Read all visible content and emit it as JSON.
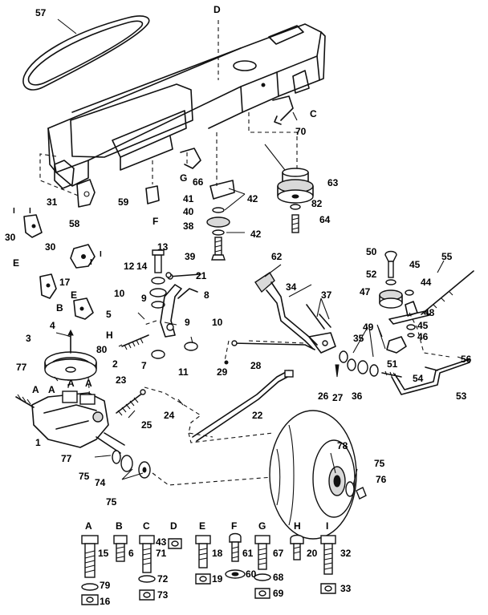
{
  "callouts": [
    {
      "id": "c57",
      "text": "57"
    },
    {
      "id": "cD",
      "text": "D"
    },
    {
      "id": "cC",
      "text": "C"
    },
    {
      "id": "c70",
      "text": "70"
    },
    {
      "id": "c63",
      "text": "63"
    },
    {
      "id": "c31",
      "text": "31"
    },
    {
      "id": "c58",
      "text": "58"
    },
    {
      "id": "c59",
      "text": "59"
    },
    {
      "id": "cG",
      "text": "G"
    },
    {
      "id": "c66",
      "text": "66"
    },
    {
      "id": "cF",
      "text": "F"
    },
    {
      "id": "c41",
      "text": "41"
    },
    {
      "id": "c42a",
      "text": "42"
    },
    {
      "id": "c40",
      "text": "40"
    },
    {
      "id": "c38",
      "text": "38"
    },
    {
      "id": "c42b",
      "text": "42"
    },
    {
      "id": "c82",
      "text": "82"
    },
    {
      "id": "c64",
      "text": "64"
    },
    {
      "id": "c30a",
      "text": "30"
    },
    {
      "id": "cI1",
      "text": "I"
    },
    {
      "id": "cI2",
      "text": "I"
    },
    {
      "id": "c30b",
      "text": "30"
    },
    {
      "id": "cI3",
      "text": "I"
    },
    {
      "id": "cI4",
      "text": "I"
    },
    {
      "id": "c13",
      "text": "13"
    },
    {
      "id": "c39",
      "text": "39"
    },
    {
      "id": "c62",
      "text": "62"
    },
    {
      "id": "c50",
      "text": "50"
    },
    {
      "id": "c55",
      "text": "55"
    },
    {
      "id": "c45a",
      "text": "45"
    },
    {
      "id": "c52",
      "text": "52"
    },
    {
      "id": "c44",
      "text": "44"
    },
    {
      "id": "cE1",
      "text": "E"
    },
    {
      "id": "c17",
      "text": "17"
    },
    {
      "id": "c12",
      "text": "12"
    },
    {
      "id": "c14",
      "text": "14"
    },
    {
      "id": "c21",
      "text": "21"
    },
    {
      "id": "c34",
      "text": "34"
    },
    {
      "id": "c47",
      "text": "47"
    },
    {
      "id": "cB",
      "text": "B"
    },
    {
      "id": "cE2",
      "text": "E"
    },
    {
      "id": "c10a",
      "text": "10"
    },
    {
      "id": "c9a",
      "text": "9"
    },
    {
      "id": "c8",
      "text": "8"
    },
    {
      "id": "c37",
      "text": "37"
    },
    {
      "id": "c48",
      "text": "48"
    },
    {
      "id": "c5",
      "text": "5"
    },
    {
      "id": "c45b",
      "text": "45"
    },
    {
      "id": "c46",
      "text": "46"
    },
    {
      "id": "cH",
      "text": "H"
    },
    {
      "id": "c3",
      "text": "3"
    },
    {
      "id": "c4",
      "text": "4"
    },
    {
      "id": "c80",
      "text": "80"
    },
    {
      "id": "c2",
      "text": "2"
    },
    {
      "id": "c9b",
      "text": "9"
    },
    {
      "id": "c10b",
      "text": "10"
    },
    {
      "id": "c49",
      "text": "49"
    },
    {
      "id": "c35",
      "text": "35"
    },
    {
      "id": "c51",
      "text": "51"
    },
    {
      "id": "c7",
      "text": "7"
    },
    {
      "id": "c11",
      "text": "11"
    },
    {
      "id": "c28",
      "text": "28"
    },
    {
      "id": "c56",
      "text": "56"
    },
    {
      "id": "c29",
      "text": "29"
    },
    {
      "id": "c26",
      "text": "26"
    },
    {
      "id": "c27",
      "text": "27"
    },
    {
      "id": "c36",
      "text": "36"
    },
    {
      "id": "c54",
      "text": "54"
    },
    {
      "id": "c53",
      "text": "53"
    },
    {
      "id": "c77a",
      "text": "77"
    },
    {
      "id": "c23",
      "text": "23"
    },
    {
      "id": "cA1",
      "text": "A"
    },
    {
      "id": "cA2",
      "text": "A"
    },
    {
      "id": "cA3",
      "text": "A"
    },
    {
      "id": "cA4",
      "text": "A"
    },
    {
      "id": "c24",
      "text": "24"
    },
    {
      "id": "c22",
      "text": "22"
    },
    {
      "id": "c25",
      "text": "25"
    },
    {
      "id": "c1",
      "text": "1"
    },
    {
      "id": "c78",
      "text": "78"
    },
    {
      "id": "c77b",
      "text": "77"
    },
    {
      "id": "c75a",
      "text": "75"
    },
    {
      "id": "c74",
      "text": "74"
    },
    {
      "id": "c75b",
      "text": "75"
    },
    {
      "id": "c75c",
      "text": "75"
    },
    {
      "id": "c76",
      "text": "76"
    }
  ],
  "hardware_legend": [
    {
      "letter": "A",
      "bolt": "15",
      "nut": "79",
      "washer": "16"
    },
    {
      "letter": "B",
      "bolt": "6",
      "nut": "",
      "washer": ""
    },
    {
      "letter": "C",
      "bolt": "71",
      "nut": "72",
      "washer": "73"
    },
    {
      "letter": "D",
      "bolt": "43",
      "nut": "",
      "washer": ""
    },
    {
      "letter": "E",
      "bolt": "18",
      "nut": "",
      "washer": "19"
    },
    {
      "letter": "F",
      "bolt": "61",
      "nut": "60",
      "washer": ""
    },
    {
      "letter": "G",
      "bolt": "67",
      "nut": "68",
      "washer": "69"
    },
    {
      "letter": "H",
      "bolt": "20",
      "nut": "",
      "washer": ""
    },
    {
      "letter": "I",
      "bolt": "32",
      "nut": "",
      "washer": "33"
    }
  ]
}
